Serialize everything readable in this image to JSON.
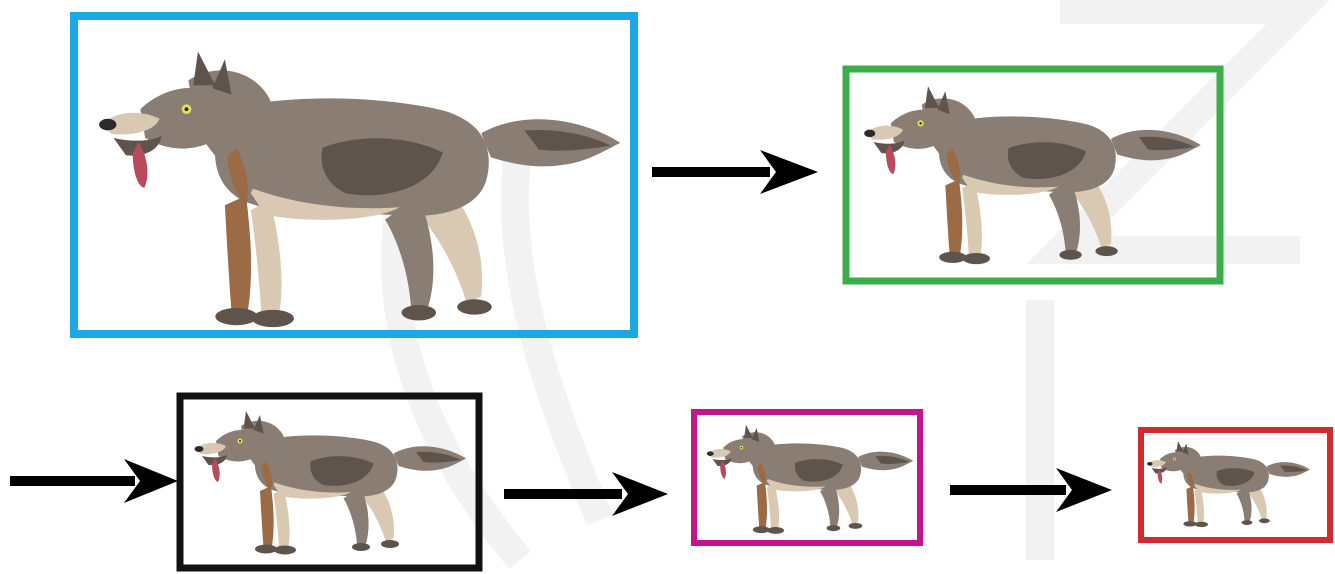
{
  "diagram": {
    "steps": [
      {
        "id": "step-1",
        "frame_color": "#1aa9e3"
      },
      {
        "id": "step-2",
        "frame_color": "#3aae49"
      },
      {
        "id": "step-3",
        "frame_color": "#111111"
      },
      {
        "id": "step-4",
        "frame_color": "#c4168c"
      },
      {
        "id": "step-5",
        "frame_color": "#d42a2f"
      }
    ],
    "arrow_color": "#000000",
    "subject_icon": "wolf-icon",
    "watermark_color": "#f2f2f2"
  }
}
